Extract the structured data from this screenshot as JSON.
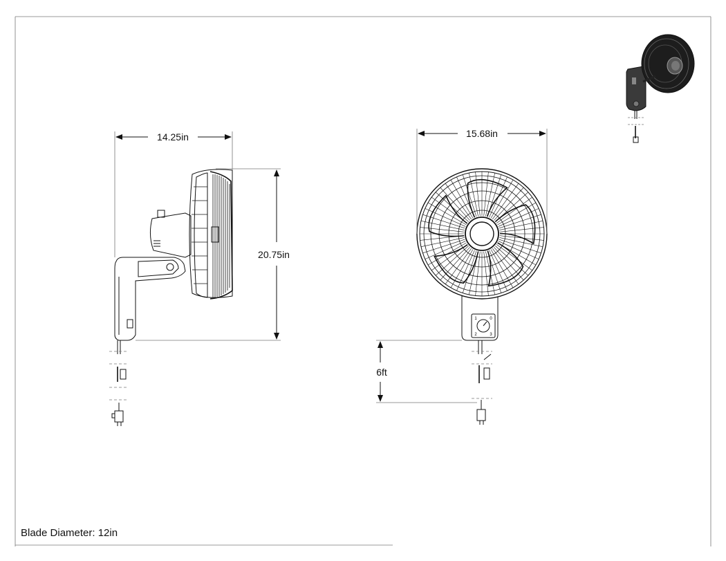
{
  "dimensions": {
    "side_width": "14.25in",
    "side_height": "20.75in",
    "front_width": "15.68in",
    "cord_length": "6ft"
  },
  "control_dial": {
    "labels": [
      "1",
      "0",
      "2",
      "3"
    ]
  },
  "note": "Blade Diameter: 12in"
}
